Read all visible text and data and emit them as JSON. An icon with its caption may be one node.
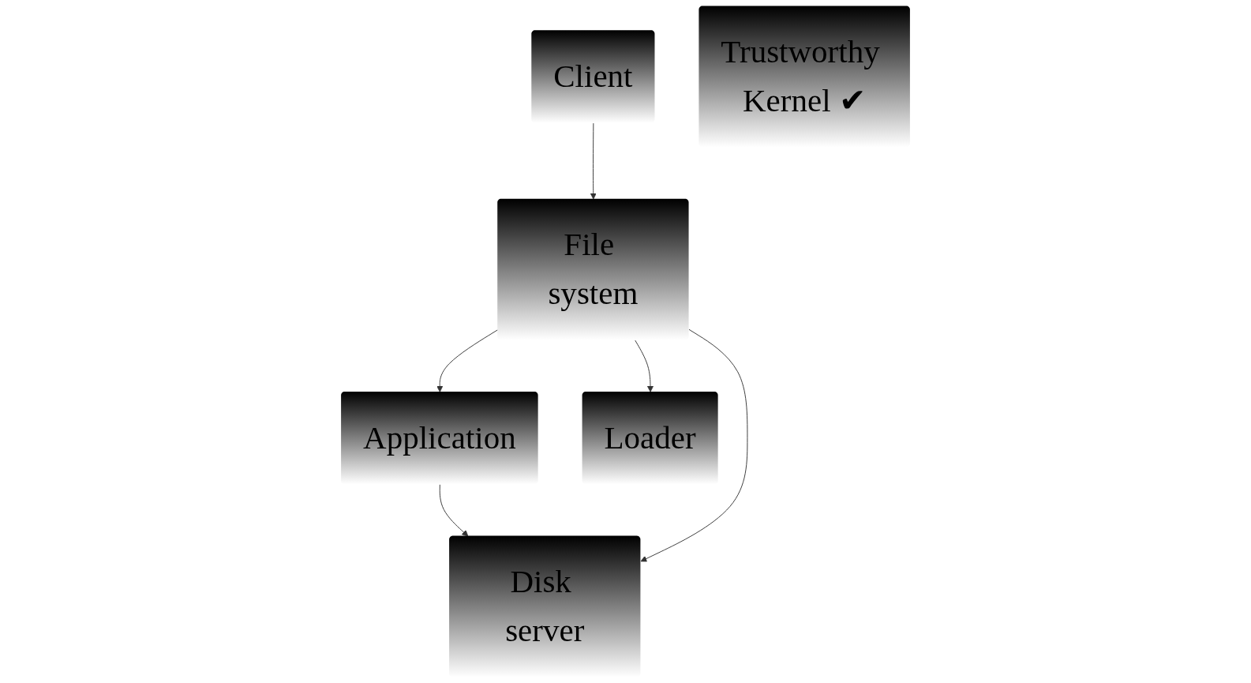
{
  "diagram": {
    "nodes": [
      {
        "text": [
          "Client"
        ]
      },
      {
        "text": [
          "Application"
        ]
      },
      {
        "text": [
          "File system"
        ]
      },
      {
        "text": [
          "Disk server"
        ]
      },
      {
        "text": [
          "Loader"
        ]
      },
      {
        "text": [
          "Trustworthy Kernel",
          "✔"
        ]
      }
    ],
    "edges": [
      {
        "from": 0,
        "to": 2,
        "arrow": "to"
      },
      {
        "from": 2,
        "to": 1,
        "arrow": "to"
      },
      {
        "from": 1,
        "to": 3,
        "arrow": "to"
      },
      {
        "from": 2,
        "to": 3,
        "arrow": "to"
      },
      {
        "from": 2,
        "to": 4,
        "arrow": "to"
      }
    ]
  }
}
